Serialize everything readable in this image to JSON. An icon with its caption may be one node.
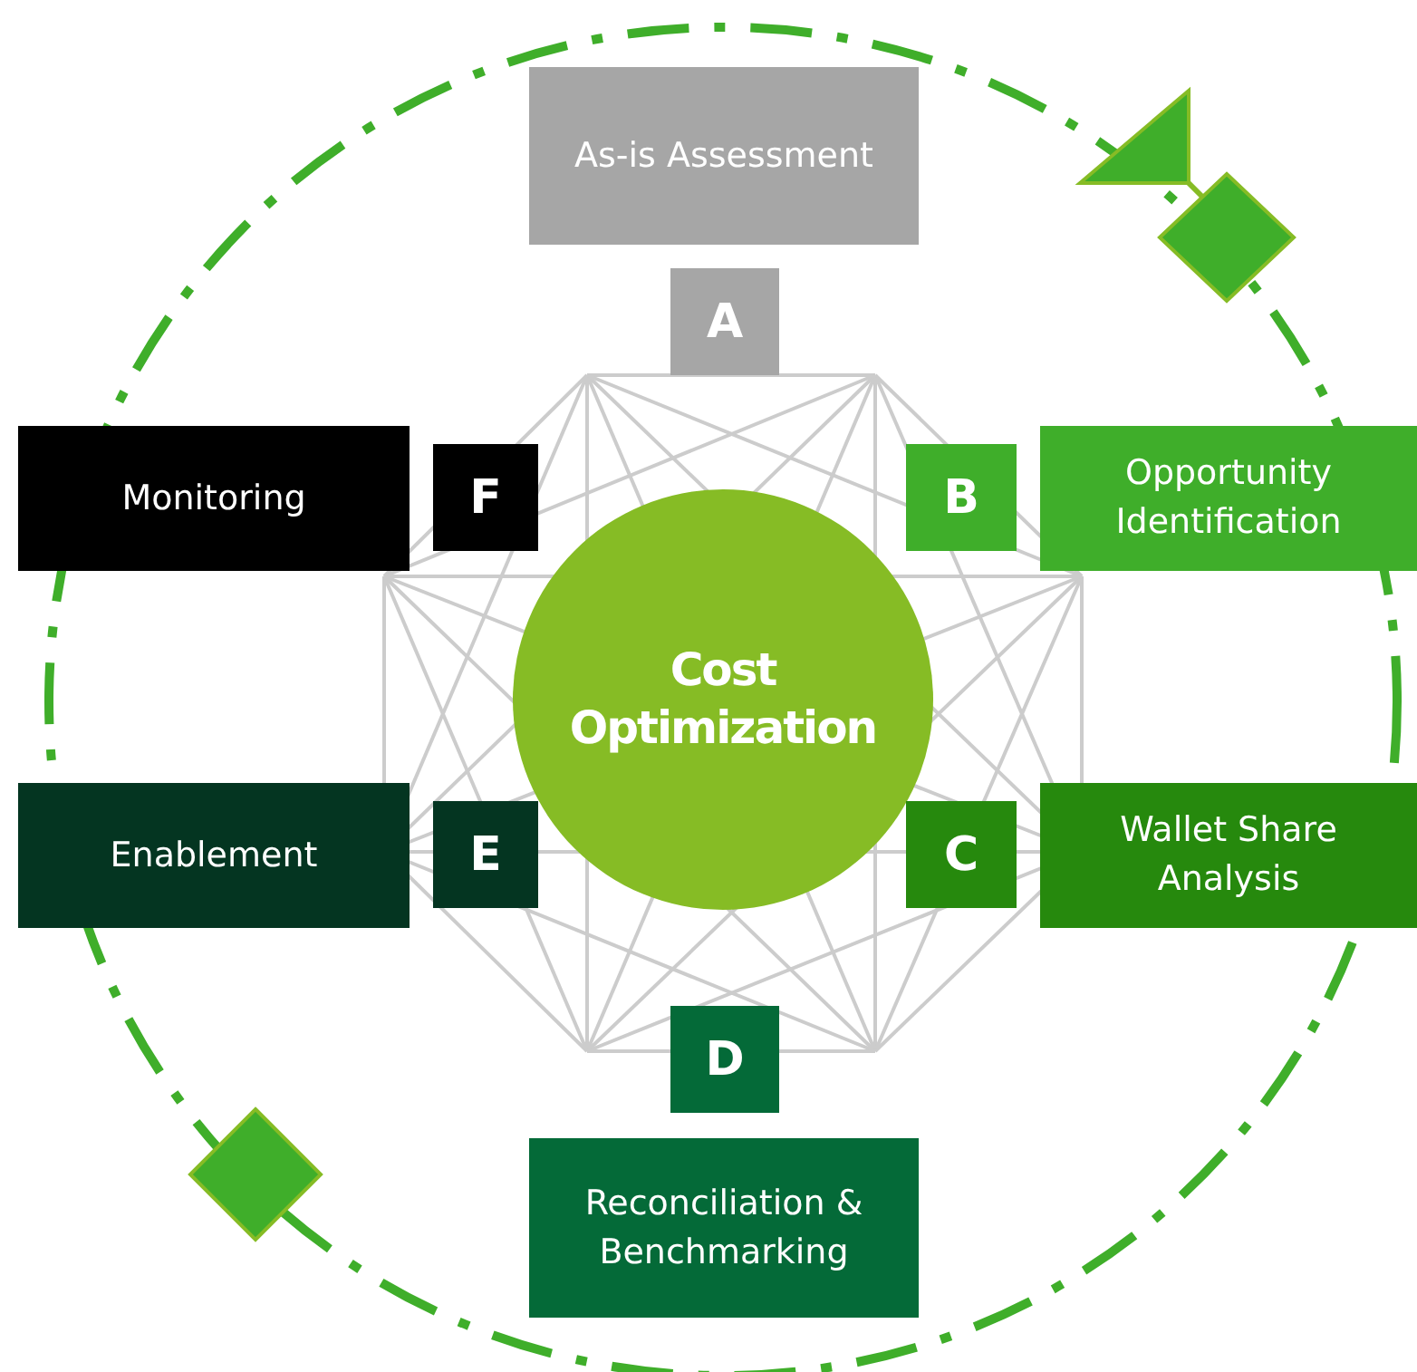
{
  "diagram": {
    "nodes": [
      {
        "text": [
          "As-is Assessment"
        ]
      },
      {
        "text": [
          "A"
        ]
      },
      {
        "text": [
          "Monitoring"
        ]
      },
      {
        "text": [
          "F"
        ]
      },
      {
        "text": [
          "B"
        ]
      },
      {
        "text": [
          "Opportunity Identification"
        ]
      },
      {
        "text": [
          "Cost Optimization"
        ]
      },
      {
        "text": [
          "E"
        ]
      },
      {
        "text": [
          "Enablement"
        ]
      },
      {
        "text": [
          "C"
        ]
      },
      {
        "text": [
          "Wallet Share Analysis"
        ]
      },
      {
        "text": [
          "D"
        ]
      },
      {
        "text": [
          "Reconciliation & Benchmarking"
        ]
      }
    ]
  }
}
